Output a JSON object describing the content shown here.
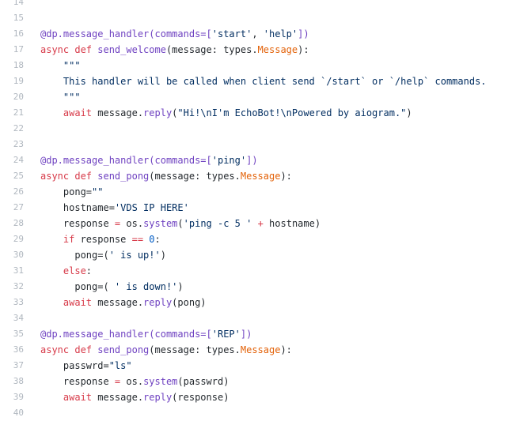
{
  "lines": [
    {
      "n": "14",
      "tokens": []
    },
    {
      "n": "15",
      "tokens": []
    },
    {
      "n": "16",
      "tokens": [
        [
          "dec",
          "@dp.message_handler(commands=["
        ],
        [
          "str",
          "'start'"
        ],
        [
          "txt",
          ", "
        ],
        [
          "str",
          "'help'"
        ],
        [
          "dec",
          "])"
        ]
      ]
    },
    {
      "n": "17",
      "tokens": [
        [
          "kw",
          "async def "
        ],
        [
          "fn",
          "send_welcome"
        ],
        [
          "txt",
          "(message: types."
        ],
        [
          "cls",
          "Message"
        ],
        [
          "txt",
          "):"
        ]
      ]
    },
    {
      "n": "18",
      "tokens": [
        [
          "str",
          "    \"\"\""
        ]
      ]
    },
    {
      "n": "19",
      "tokens": [
        [
          "str",
          "    This handler will be called when client send `/start` or `/help` commands."
        ]
      ]
    },
    {
      "n": "20",
      "tokens": [
        [
          "str",
          "    \"\"\""
        ]
      ]
    },
    {
      "n": "21",
      "tokens": [
        [
          "kw",
          "    await "
        ],
        [
          "txt",
          "message."
        ],
        [
          "fn",
          "reply"
        ],
        [
          "txt",
          "("
        ],
        [
          "str",
          "\"Hi!\\nI'm EchoBot!\\nPowered by aiogram.\""
        ],
        [
          "txt",
          ")"
        ]
      ]
    },
    {
      "n": "22",
      "tokens": []
    },
    {
      "n": "23",
      "tokens": []
    },
    {
      "n": "24",
      "tokens": [
        [
          "dec",
          "@dp.message_handler(commands=["
        ],
        [
          "str",
          "'ping'"
        ],
        [
          "dec",
          "])"
        ]
      ]
    },
    {
      "n": "25",
      "tokens": [
        [
          "kw",
          "async def "
        ],
        [
          "fn",
          "send_pong"
        ],
        [
          "txt",
          "(message: types."
        ],
        [
          "cls",
          "Message"
        ],
        [
          "txt",
          "):"
        ]
      ]
    },
    {
      "n": "26",
      "tokens": [
        [
          "txt",
          "    pong="
        ],
        [
          "str",
          "\"\""
        ]
      ]
    },
    {
      "n": "27",
      "tokens": [
        [
          "txt",
          "    hostname="
        ],
        [
          "str",
          "'VDS IP HERE'"
        ]
      ]
    },
    {
      "n": "28",
      "tokens": [
        [
          "txt",
          "    response "
        ],
        [
          "op",
          "="
        ],
        [
          "txt",
          " os."
        ],
        [
          "fn",
          "system"
        ],
        [
          "txt",
          "("
        ],
        [
          "str",
          "'ping -c 5 '"
        ],
        [
          "op",
          " + "
        ],
        [
          "txt",
          "hostname)"
        ]
      ]
    },
    {
      "n": "29",
      "tokens": [
        [
          "kw",
          "    if "
        ],
        [
          "txt",
          "response "
        ],
        [
          "op",
          "=="
        ],
        [
          "txt",
          " "
        ],
        [
          "num",
          "0"
        ],
        [
          "txt",
          ":"
        ]
      ]
    },
    {
      "n": "30",
      "tokens": [
        [
          "txt",
          "      pong=("
        ],
        [
          "str",
          "' is up!'"
        ],
        [
          "txt",
          ")"
        ]
      ]
    },
    {
      "n": "31",
      "tokens": [
        [
          "kw",
          "    else"
        ],
        [
          "txt",
          ":"
        ]
      ]
    },
    {
      "n": "32",
      "tokens": [
        [
          "txt",
          "      pong=( "
        ],
        [
          "str",
          "' is down!'"
        ],
        [
          "txt",
          ")"
        ]
      ]
    },
    {
      "n": "33",
      "tokens": [
        [
          "kw",
          "    await "
        ],
        [
          "txt",
          "message."
        ],
        [
          "fn",
          "reply"
        ],
        [
          "txt",
          "(pong)"
        ]
      ]
    },
    {
      "n": "34",
      "tokens": []
    },
    {
      "n": "35",
      "tokens": [
        [
          "dec",
          "@dp.message_handler(commands=["
        ],
        [
          "str",
          "'REP'"
        ],
        [
          "dec",
          "])"
        ]
      ]
    },
    {
      "n": "36",
      "tokens": [
        [
          "kw",
          "async def "
        ],
        [
          "fn",
          "send_pong"
        ],
        [
          "txt",
          "(message: types."
        ],
        [
          "cls",
          "Message"
        ],
        [
          "txt",
          "):"
        ]
      ]
    },
    {
      "n": "37",
      "tokens": [
        [
          "txt",
          "    passwrd="
        ],
        [
          "str",
          "\"ls\""
        ]
      ]
    },
    {
      "n": "38",
      "tokens": [
        [
          "txt",
          "    response "
        ],
        [
          "op",
          "="
        ],
        [
          "txt",
          " os."
        ],
        [
          "fn",
          "system"
        ],
        [
          "txt",
          "(passwrd)"
        ]
      ]
    },
    {
      "n": "39",
      "tokens": [
        [
          "kw",
          "    await "
        ],
        [
          "txt",
          "message."
        ],
        [
          "fn",
          "reply"
        ],
        [
          "txt",
          "(response)"
        ]
      ]
    },
    {
      "n": "40",
      "tokens": []
    }
  ]
}
